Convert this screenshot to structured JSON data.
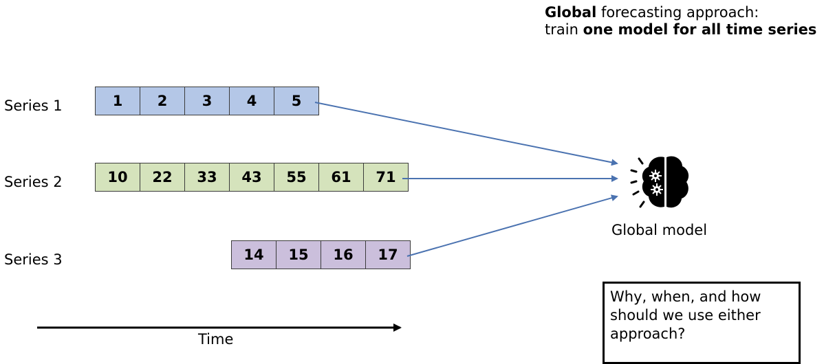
{
  "header": {
    "line1_bold": "Global",
    "line1_rest": " forecasting approach:",
    "line2_start": "train ",
    "line2_bold": "one model for all time series"
  },
  "series": [
    {
      "label": "Series 1",
      "values": [
        "1",
        "2",
        "3",
        "4",
        "5"
      ],
      "fill": "#b4c7e7"
    },
    {
      "label": "Series 2",
      "values": [
        "10",
        "22",
        "33",
        "43",
        "55",
        "61",
        "71"
      ],
      "fill": "#d5e3bc"
    },
    {
      "label": "Series 3",
      "values": [
        "14",
        "15",
        "16",
        "17"
      ],
      "fill": "#cbbfdc"
    }
  ],
  "model": {
    "label": "Global model",
    "icon": "brain-gears-icon"
  },
  "time_axis": {
    "label": "Time"
  },
  "question": {
    "text": "Why, when, and how should we use either approach?"
  },
  "colors": {
    "arrow": "#4a72b0",
    "outline": "#3a3a3a"
  }
}
